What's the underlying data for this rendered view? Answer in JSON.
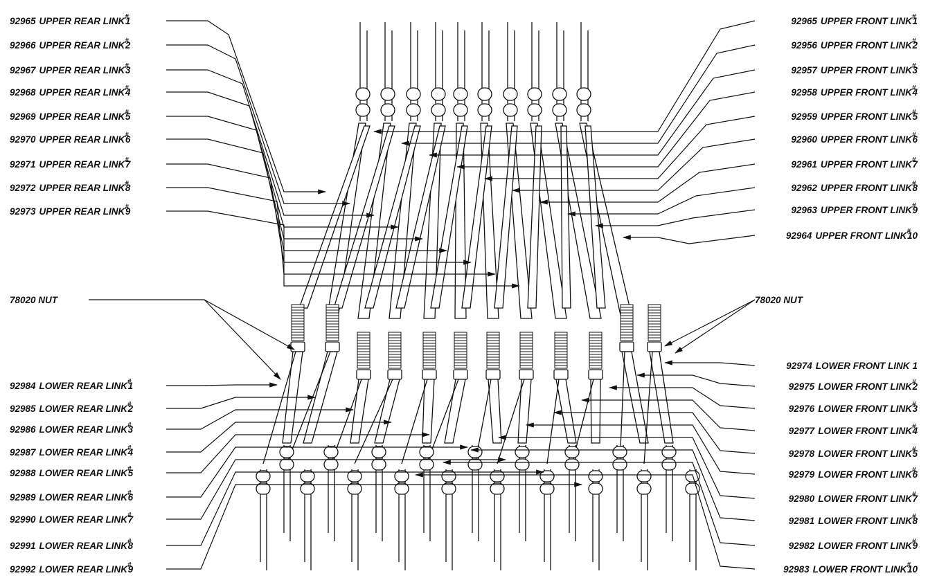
{
  "upper_rear_links": [
    {
      "num": "92965",
      "text": "UPPER REAR LINK",
      "mark": "#",
      "idx": "1"
    },
    {
      "num": "92966",
      "text": "UPPER REAR LINK",
      "mark": "#",
      "idx": "2"
    },
    {
      "num": "92967",
      "text": "UPPER REAR LINK",
      "mark": "#",
      "idx": "3"
    },
    {
      "num": "92968",
      "text": "UPPER REAR LINK",
      "mark": "#",
      "idx": "4"
    },
    {
      "num": "92969",
      "text": "UPPER REAR LINK",
      "mark": "#",
      "idx": "5"
    },
    {
      "num": "92970",
      "text": "UPPER REAR LINK",
      "mark": "#",
      "idx": "6"
    },
    {
      "num": "92971",
      "text": "UPPER REAR LINK",
      "mark": "#",
      "idx": "7"
    },
    {
      "num": "92972",
      "text": "UPPER REAR LINK",
      "mark": "#",
      "idx": "8"
    },
    {
      "num": "92973",
      "text": "UPPER REAR LINK",
      "mark": "#",
      "idx": "9"
    }
  ],
  "upper_front_links": [
    {
      "num": "92965",
      "text": "UPPER FRONT LINK",
      "mark": "#",
      "idx": "1"
    },
    {
      "num": "92956",
      "text": "UPPER FRONT LINK",
      "mark": "#",
      "idx": "2"
    },
    {
      "num": "92957",
      "text": "UPPER FRONT LINK",
      "mark": "#",
      "idx": "3"
    },
    {
      "num": "92958",
      "text": "UPPER FRONT LINK",
      "mark": "#",
      "idx": "4"
    },
    {
      "num": "92959",
      "text": "UPPER FRONT LINK",
      "mark": "#",
      "idx": "5"
    },
    {
      "num": "92960",
      "text": "UPPER FRONT LINK",
      "mark": "#",
      "idx": "6"
    },
    {
      "num": "92961",
      "text": "UPPER FRONT LINK",
      "mark": "#",
      "idx": "7"
    },
    {
      "num": "92962",
      "text": "UPPER FRONT LINK",
      "mark": "#",
      "idx": "8"
    },
    {
      "num": "92963",
      "text": "UPPER FRONT LINK",
      "mark": "#",
      "idx": "9"
    },
    {
      "num": "92964",
      "text": "UPPER FRONT LINK",
      "mark": "#",
      "idx": "10"
    }
  ],
  "lower_rear_links": [
    {
      "num": "92984",
      "text": "LOWER REAR LINK",
      "mark": "#",
      "idx": "1"
    },
    {
      "num": "92985",
      "text": "LOWER REAR LINK",
      "mark": "#",
      "idx": "2"
    },
    {
      "num": "92986",
      "text": "LOWER REAR LINK",
      "mark": "#",
      "idx": "3"
    },
    {
      "num": "92987",
      "text": "LOWER REAR LINK",
      "mark": "#",
      "idx": "4"
    },
    {
      "num": "92988",
      "text": "LOWER REAR LINK",
      "mark": "#",
      "idx": "5"
    },
    {
      "num": "92989",
      "text": "LOWER REAR LINK",
      "mark": "#",
      "idx": "6"
    },
    {
      "num": "92990",
      "text": "LOWER REAR LINK",
      "mark": "#",
      "idx": "7"
    },
    {
      "num": "92991",
      "text": "LOWER REAR LINK",
      "mark": "#",
      "idx": "8"
    },
    {
      "num": "92992",
      "text": "LOWER REAR LINK",
      "mark": "#",
      "idx": "9"
    }
  ],
  "lower_front_links": [
    {
      "num": "92974",
      "text": "LOWER FRONT LINK",
      "mark": "",
      "idx": "1"
    },
    {
      "num": "92975",
      "text": "LOWER FRONT LINK",
      "mark": "#",
      "idx": "2"
    },
    {
      "num": "92976",
      "text": "LOWER FRONT LINK",
      "mark": "#",
      "idx": "3"
    },
    {
      "num": "92977",
      "text": "LOWER FRONT LINK",
      "mark": "#",
      "idx": "4"
    },
    {
      "num": "92978",
      "text": "LOWER FRONT LINK",
      "mark": "#",
      "idx": "5"
    },
    {
      "num": "92979",
      "text": "LOWER FRONT LINK",
      "mark": "#",
      "idx": "6"
    },
    {
      "num": "92980",
      "text": "LOWER FRONT LINK",
      "mark": "#",
      "idx": "7"
    },
    {
      "num": "92981",
      "text": "LOWER FRONT LINK",
      "mark": "#",
      "idx": "8"
    },
    {
      "num": "92982",
      "text": "LOWER FRONT LINK",
      "mark": "#",
      "idx": "9"
    },
    {
      "num": "92983",
      "text": "LOWER FRONT LINK",
      "mark": "#",
      "idx": "10"
    }
  ],
  "nut_left": "78020 NUT",
  "nut_right": "78020 NUT",
  "colors": {
    "ink": "#111111",
    "paper": "#ffffff"
  }
}
